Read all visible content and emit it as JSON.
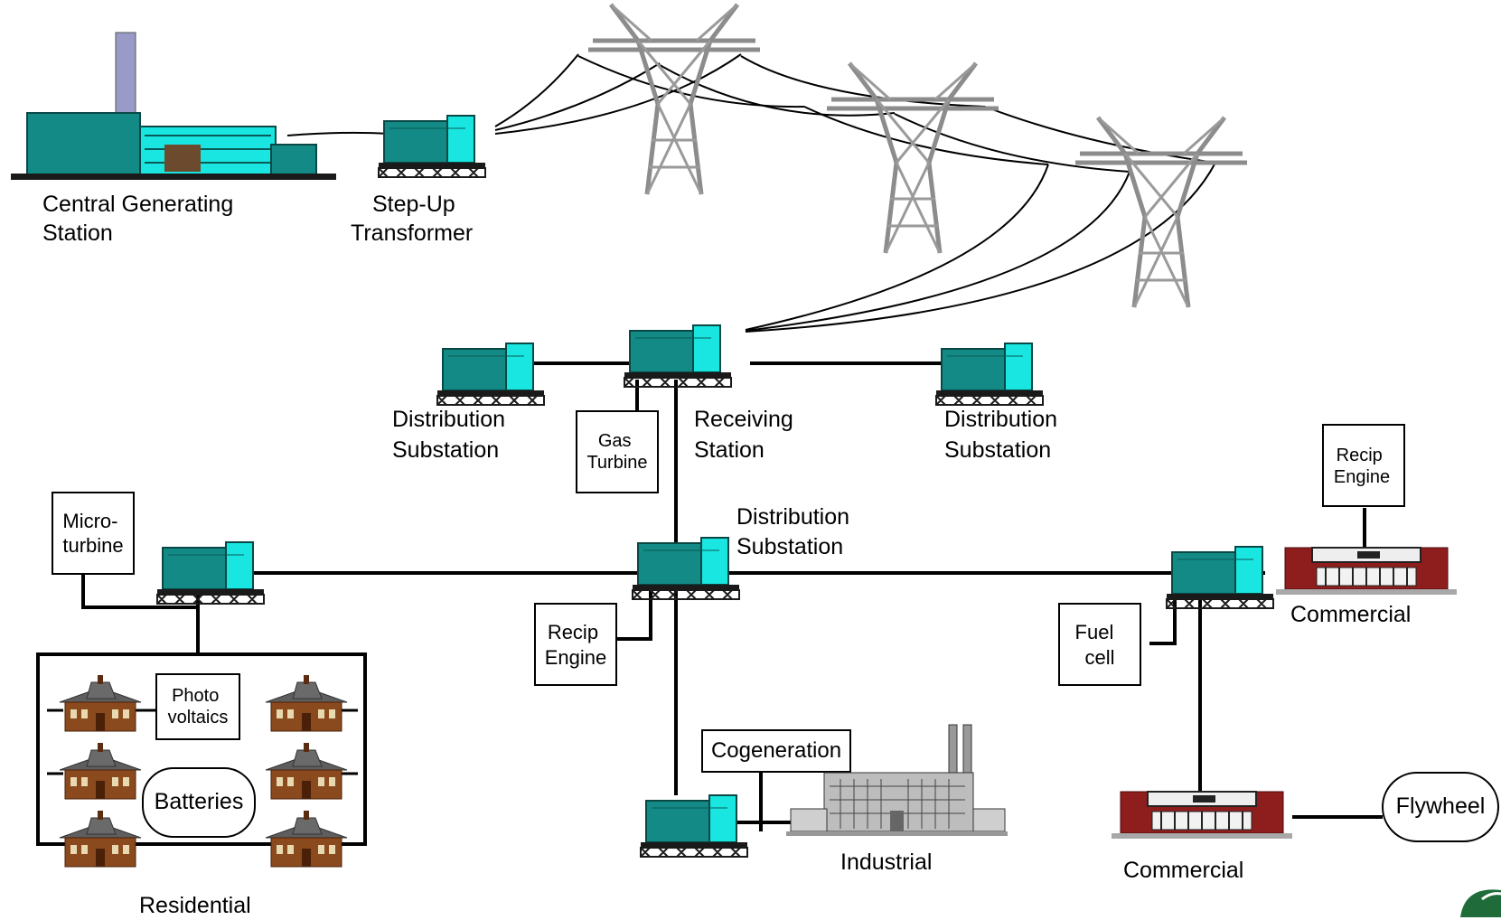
{
  "labels": {
    "central_station": [
      "Central Generating",
      "Station"
    ],
    "stepup": [
      "Step-Up",
      "Transformer"
    ],
    "dist_sub_left": [
      "Distribution",
      "Substation"
    ],
    "receiving": [
      "Receiving",
      "Station"
    ],
    "dist_sub_right": [
      "Distribution",
      "Substation"
    ],
    "dist_sub_center": [
      "Distribution",
      "Substation"
    ],
    "commercial_top": "Commercial",
    "commercial_bottom": "Commercial",
    "industrial": "Industrial",
    "residential": "Residential"
  },
  "boxes": {
    "gas_turbine": [
      "Gas",
      "Turbine"
    ],
    "micro_turbine": [
      "Micro-",
      "turbine"
    ],
    "recip_center": [
      "Recip",
      "Engine"
    ],
    "recip_right": [
      "Recip",
      "Engine"
    ],
    "fuel_cell": [
      "Fuel",
      "cell"
    ],
    "photovoltaics": [
      "Photo",
      "voltaics"
    ],
    "cogeneration": "Cogeneration",
    "batteries": "Batteries",
    "flywheel": "Flywheel"
  },
  "colors": {
    "equipment": "#138a86",
    "equipment_light": "#19e6e0",
    "tower": "#8c8c8c",
    "house_wall": "#8b4a1e",
    "house_roof": "#5e5e5e",
    "commercial_brick": "#8e1e1e",
    "factory": "#bdbdbd",
    "line": "#000000"
  }
}
